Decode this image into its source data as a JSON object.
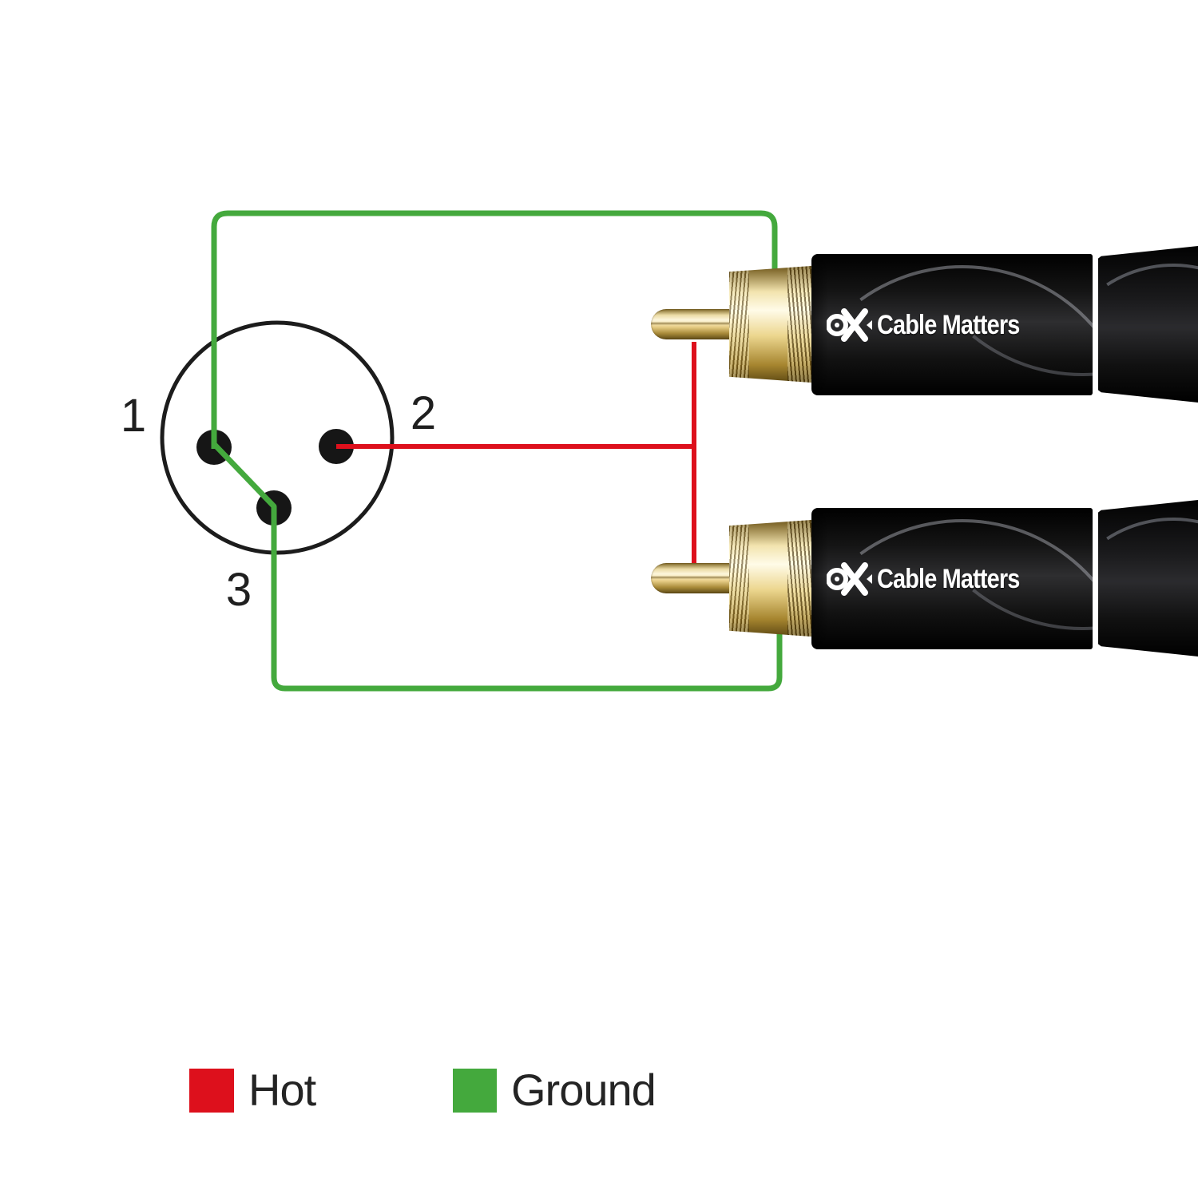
{
  "colors": {
    "hot": "#DD101C",
    "ground": "#44A93D"
  },
  "xlr": {
    "pins": [
      {
        "label": "1"
      },
      {
        "label": "2"
      },
      {
        "label": "3"
      }
    ]
  },
  "connectors": [
    {
      "brand": "Cable Matters"
    },
    {
      "brand": "Cable Matters"
    }
  ],
  "legend": {
    "items": [
      {
        "label": "Hot"
      },
      {
        "label": "Ground"
      }
    ]
  }
}
